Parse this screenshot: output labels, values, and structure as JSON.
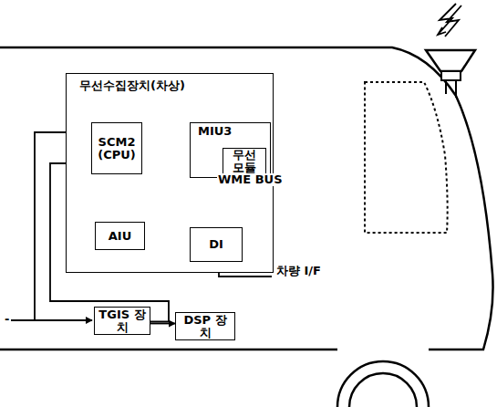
{
  "diagram": {
    "nodes": [
      {
        "text": [
          "무선수집장치(차상)"
        ]
      },
      {
        "text": [
          "SCM2 (CPU)"
        ],
        "in": 0
      },
      {
        "text": [
          "MIU3"
        ],
        "in": 0
      },
      {
        "text": [
          "무선 모듈"
        ],
        "in": 2
      },
      {
        "text": [
          "AIU"
        ],
        "in": 0
      },
      {
        "text": [
          "DI"
        ],
        "in": 0
      },
      {
        "text": [
          "TGIS 장치"
        ]
      },
      {
        "text": [
          "DSP 장치"
        ]
      }
    ],
    "edges": [
      {
        "from": 1,
        "to": 2,
        "arrow": "none"
      },
      {
        "from": 1,
        "to": 5,
        "arrow": "none"
      },
      {
        "from": 4,
        "to": 5,
        "arrow": "none"
      },
      {
        "from": 6,
        "to": 7,
        "arrow": "to"
      },
      {
        "from": 6,
        "to": 1,
        "arrow": "to"
      }
    ],
    "labels": [
      "WME BUS",
      "차량 I/F",
      "-"
    ]
  }
}
